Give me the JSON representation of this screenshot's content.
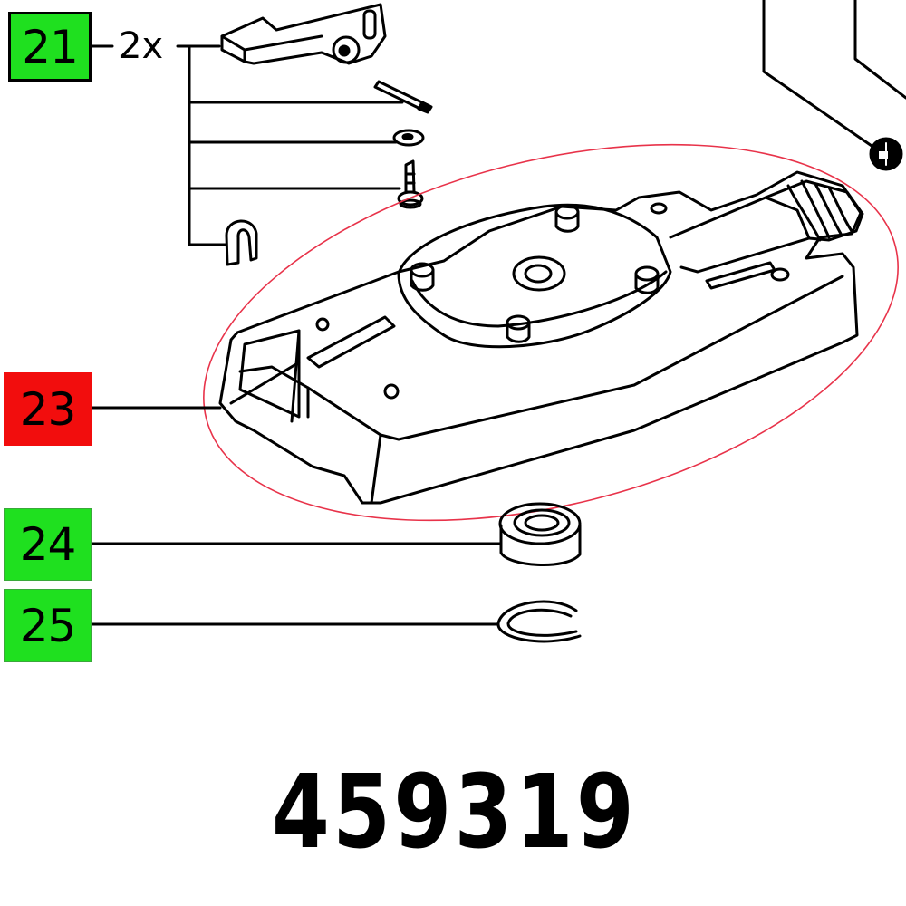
{
  "diagram": {
    "type": "exploded-parts-diagram",
    "part_number": "459319",
    "highlight_color": "#e8334a",
    "callouts": [
      {
        "id": "21",
        "label": "21",
        "color": "#1fe01f",
        "quantity": "2x",
        "parts": [
          "lever",
          "pin",
          "washer",
          "screw",
          "clip"
        ]
      },
      {
        "id": "23",
        "label": "23",
        "color": "#f20d0d",
        "highlighted": true,
        "parts": [
          "base-housing"
        ]
      },
      {
        "id": "24",
        "label": "24",
        "color": "#1fe01f",
        "parts": [
          "ball-bearing"
        ]
      },
      {
        "id": "25",
        "label": "25",
        "color": "#1fe01f",
        "parts": [
          "retaining-ring"
        ]
      }
    ]
  }
}
